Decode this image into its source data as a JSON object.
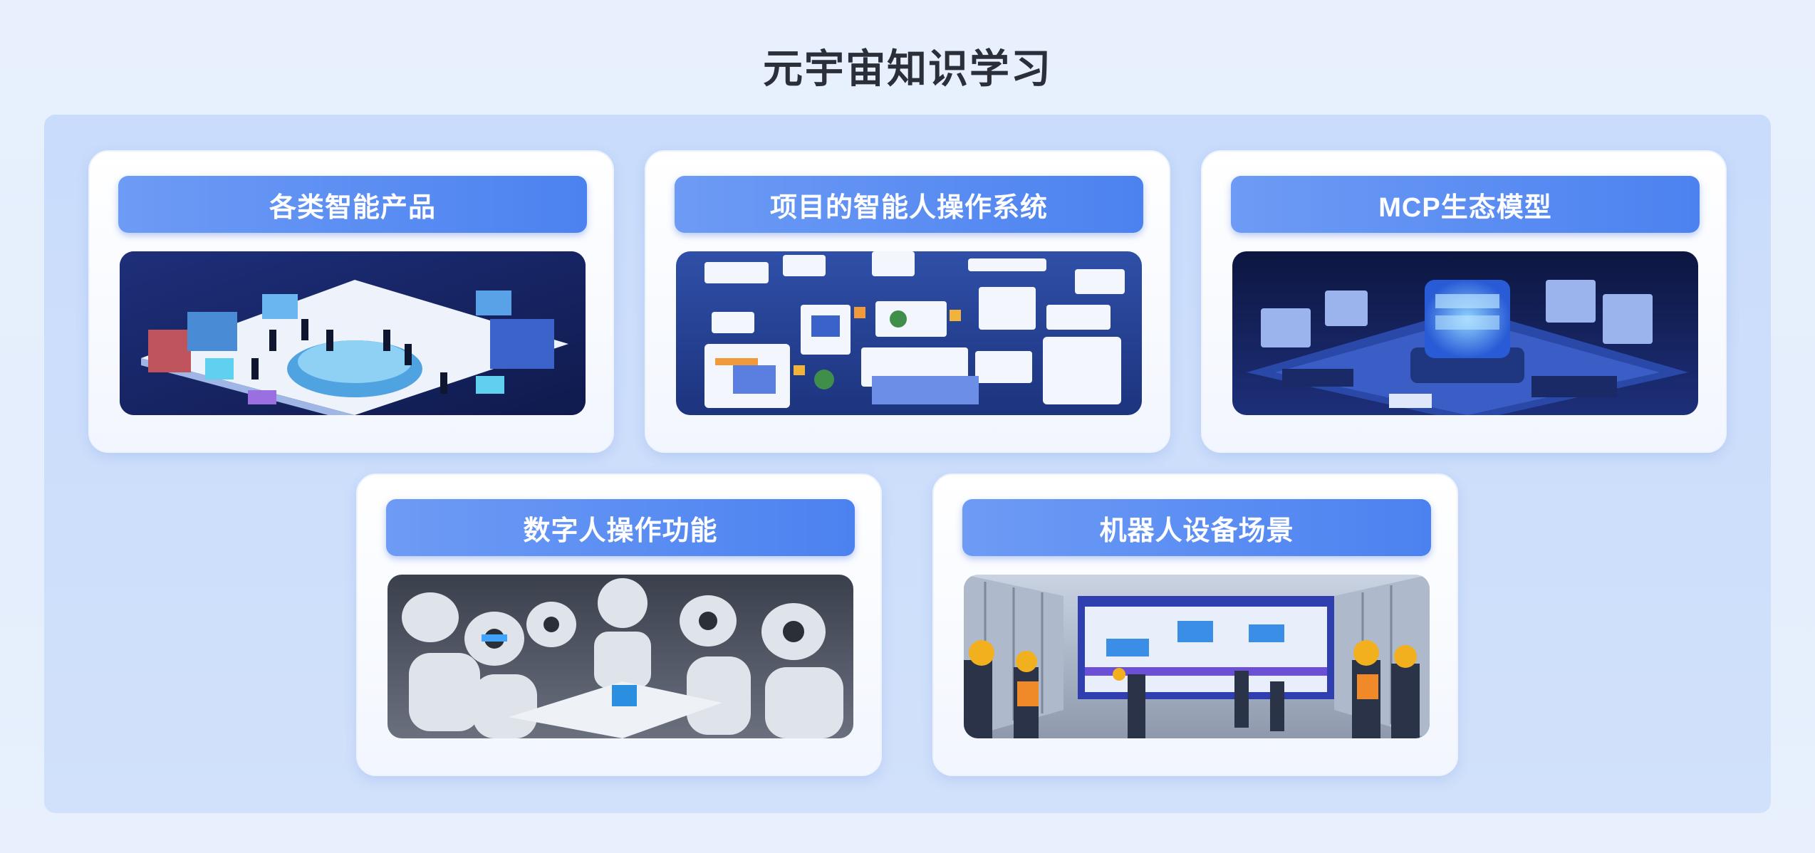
{
  "page": {
    "title": "元宇宙知识学习"
  },
  "cards": [
    {
      "title": "各类智能产品",
      "image": "smart-products-scene"
    },
    {
      "title": "项目的智能人操作系统",
      "image": "operating-system-dashboard"
    },
    {
      "title": "MCP生态模型",
      "image": "mcp-server-model"
    },
    {
      "title": "数字人操作功能",
      "image": "robots-group"
    },
    {
      "title": "机器人设备场景",
      "image": "control-room-workers"
    }
  ],
  "colors": {
    "header_gradient_start": "#6d9bf5",
    "header_gradient_end": "#4c82f0",
    "panel": "#c9dcfb",
    "background": "#e8f0fd",
    "title_text": "#2b2f3a"
  }
}
